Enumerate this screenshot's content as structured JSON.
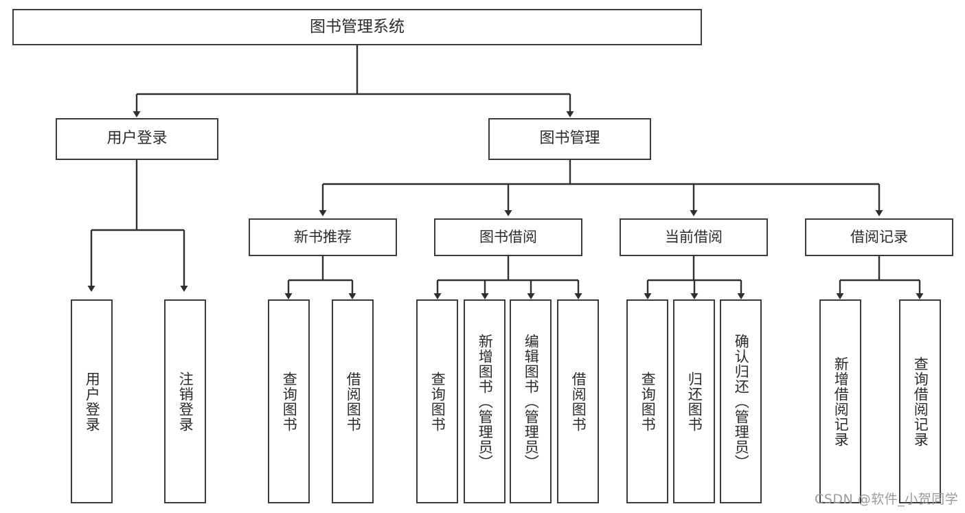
{
  "diagram": {
    "type": "tree",
    "title": "图书管理系统",
    "colors": {
      "border": "#3a3a3a",
      "text": "#2b2b2b",
      "background": "#ffffff",
      "watermark": "#9a9a9a"
    },
    "root": {
      "label": "图书管理系统"
    },
    "level2": [
      {
        "label": "用户登录"
      },
      {
        "label": "图书管理"
      }
    ],
    "level3": [
      {
        "label": "新书推荐"
      },
      {
        "label": "图书借阅"
      },
      {
        "label": "当前借阅"
      },
      {
        "label": "借阅记录"
      }
    ],
    "leaves": {
      "user_login": [
        {
          "label": "用户登录"
        },
        {
          "label": "注销登录"
        }
      ],
      "new_book_recommend": [
        {
          "label": "查询图书"
        },
        {
          "label": "借阅图书"
        }
      ],
      "book_borrow": [
        {
          "label": "查询图书"
        },
        {
          "label": "新增图书（管理员）"
        },
        {
          "label": "编辑图书（管理员）"
        },
        {
          "label": "借阅图书"
        }
      ],
      "current_borrow": [
        {
          "label": "查询图书"
        },
        {
          "label": "归还图书"
        },
        {
          "label": "确认归还（管理员）"
        }
      ],
      "borrow_record": [
        {
          "label": "新增借阅记录"
        },
        {
          "label": "查询借阅记录"
        }
      ]
    }
  },
  "watermark": {
    "text": "CSDN @软件_小贺同学"
  }
}
